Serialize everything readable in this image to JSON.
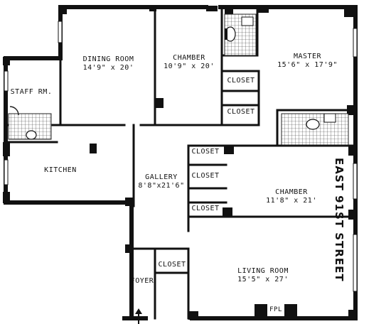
{
  "rooms": {
    "dining_room": {
      "name": "DINING ROOM",
      "dim": "14'9\" x 20'"
    },
    "chamber_top": {
      "name": "CHAMBER",
      "dim": "10'9\" x 20'"
    },
    "master": {
      "name": "MASTER",
      "dim": "15'6\" x 17'9\""
    },
    "staff_rm": {
      "name": "STAFF RM."
    },
    "kitchen": {
      "name": "KITCHEN"
    },
    "gallery": {
      "name": "GALLERY",
      "dim": "8'8\"x21'6\""
    },
    "chamber_right": {
      "name": "CHAMBER",
      "dim": "11'8\" x 21'"
    },
    "living_room": {
      "name": "LIVING ROOM",
      "dim": "15'5\" x 27'"
    },
    "foyer": {
      "name": "FOYER"
    }
  },
  "closets": [
    "CLOSET",
    "CLOSET",
    "CLOSET",
    "CLOSET",
    "CLOSET",
    "CLOSET"
  ],
  "fireplace": "FPL",
  "street": "EAST 91ST STREET",
  "colors": {
    "ink": "#111111",
    "paper": "#ffffff"
  }
}
